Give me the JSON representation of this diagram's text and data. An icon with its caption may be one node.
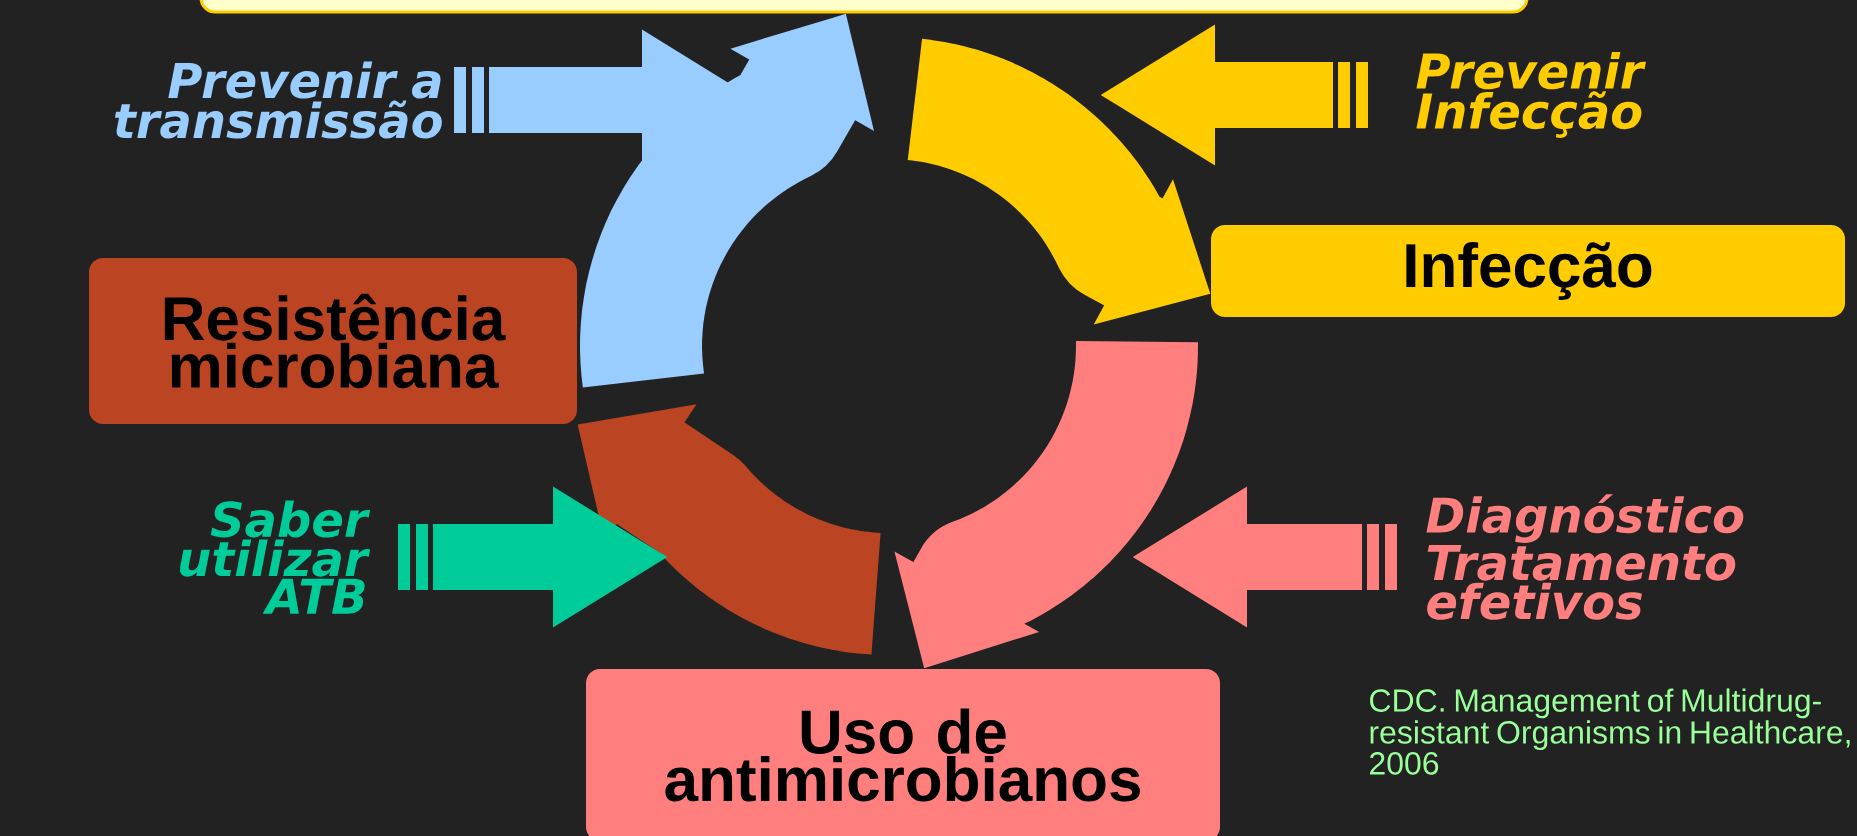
{
  "diagram": {
    "nodes": [
      {
        "text": [],
        "shape": "box"
      },
      {
        "text": [
          "Prevenir a transmissão"
        ]
      },
      {
        "text": [
          "Prevenir Infecção"
        ]
      },
      {
        "text": [
          "Infecção"
        ]
      },
      {
        "text": [
          "Resistência microbiana"
        ]
      },
      {
        "text": [
          "Saber utilizar ATB"
        ]
      },
      {
        "text": [
          "Diagnóstico Tratamento efetivos"
        ]
      },
      {
        "text": [
          "Uso de antimicrobianos"
        ]
      }
    ],
    "edges": [
      {
        "from": 4,
        "to": 0,
        "arrow": "to",
        "style": "thick",
        "color": "#99ccff"
      },
      {
        "from": 0,
        "to": 3,
        "arrow": "to",
        "style": "thick",
        "color": "#ffcc00"
      },
      {
        "from": 3,
        "to": 7,
        "arrow": "to",
        "style": "thick",
        "color": "#ff7f7f"
      },
      {
        "from": 7,
        "to": 4,
        "arrow": "to",
        "style": "thick",
        "color": "#bb4422"
      },
      {
        "from": 1,
        "to": null,
        "arrow": "to",
        "color": "#99ccff"
      },
      {
        "from": 2,
        "to": null,
        "arrow": "to",
        "color": "#ffcc00"
      },
      {
        "from": 5,
        "to": null,
        "arrow": "to",
        "color": "#00cc99"
      },
      {
        "from": 6,
        "to": null,
        "arrow": "to",
        "color": "#ff7f7f"
      }
    ],
    "labels": [
      "CDC. Management of Multidrug-resistant Organisms in Healthcare, 2006"
    ]
  }
}
